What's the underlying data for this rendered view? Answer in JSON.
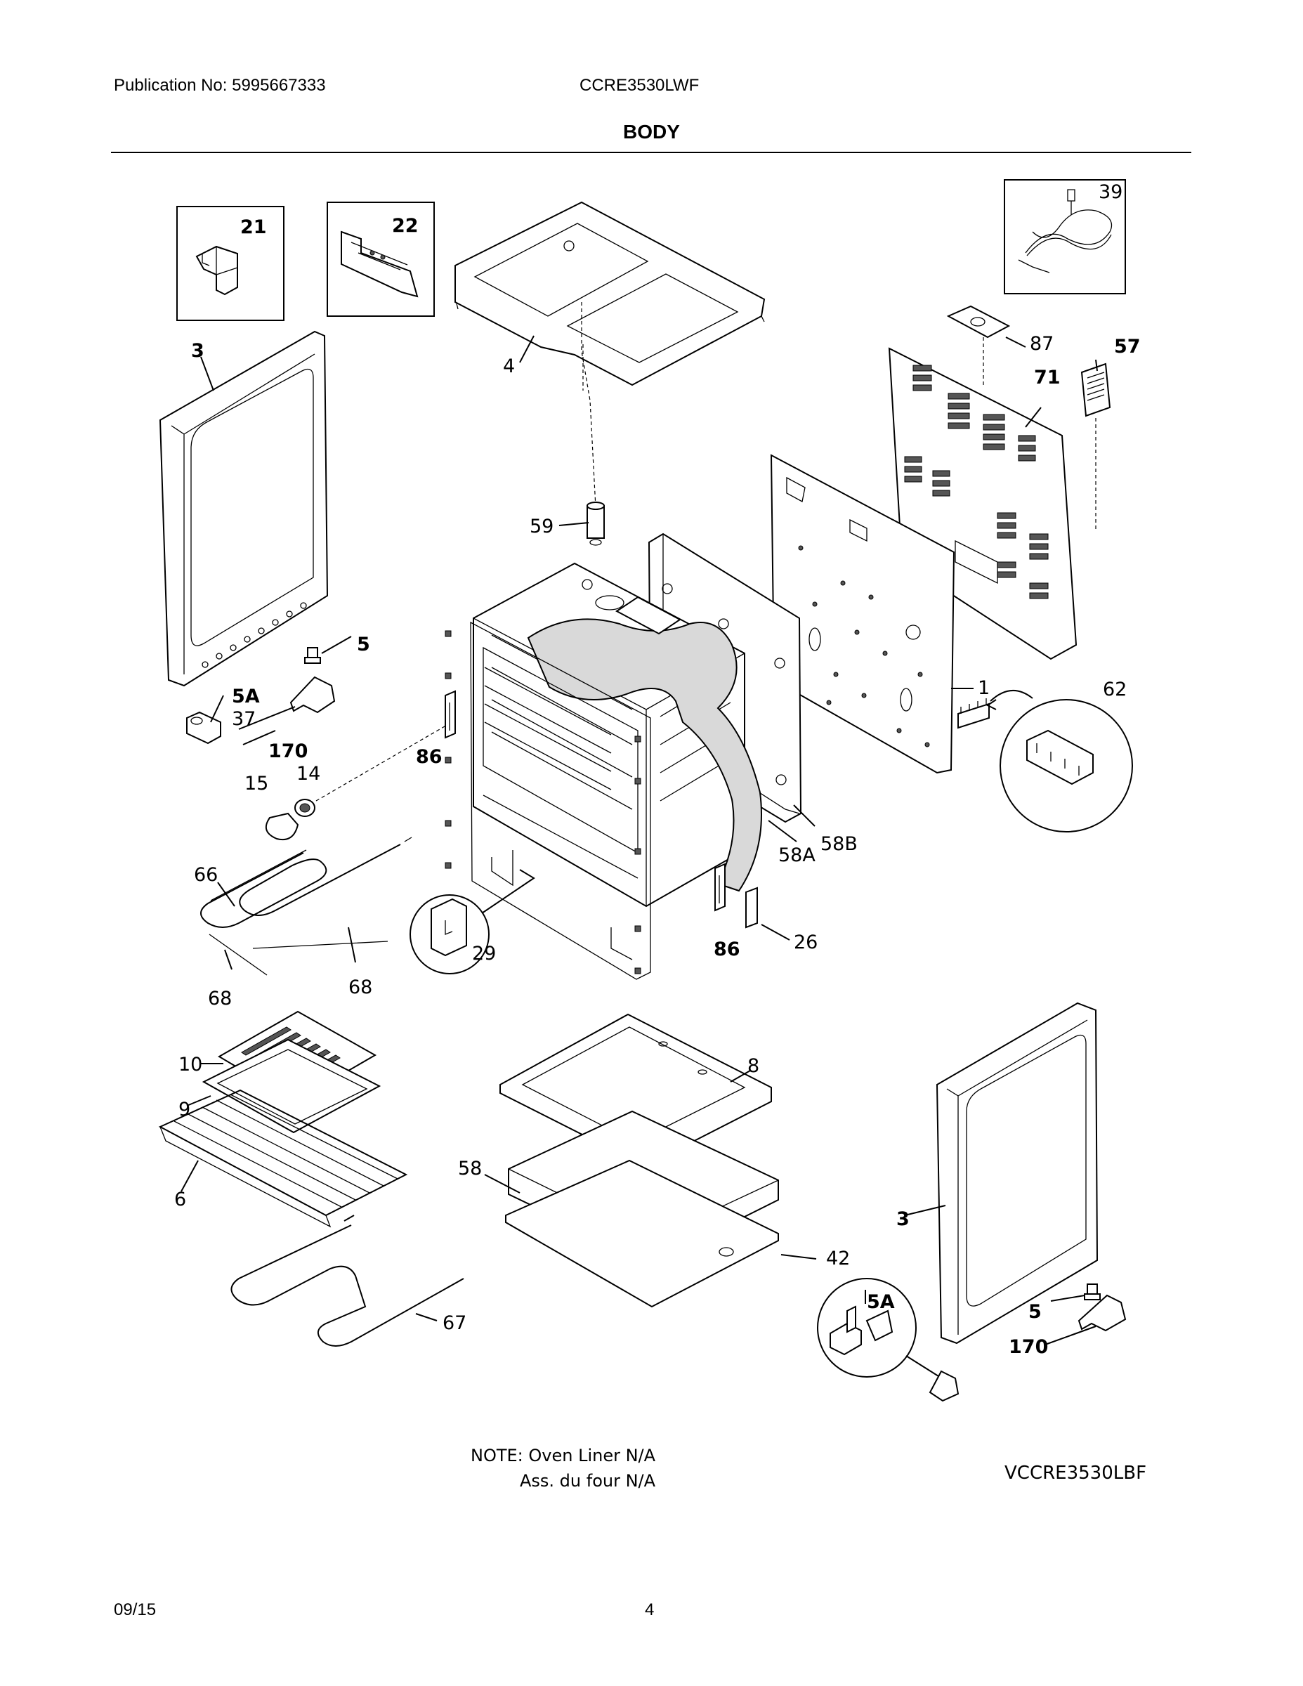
{
  "header": {
    "publication": "Publication No: 5995667333",
    "model": "CCRE3530LWF",
    "section_title": "BODY"
  },
  "callouts": {
    "c21": "21",
    "c22": "22",
    "c39": "39",
    "c3a": "3",
    "c4": "4",
    "c87": "87",
    "c57": "57",
    "c71": "71",
    "c59": "59",
    "c5a": "5",
    "c5A_a": "5A",
    "c37": "37",
    "c170a": "170",
    "c86a": "86",
    "c1": "1",
    "c62": "62",
    "c15": "15",
    "c14": "14",
    "c58A": "58A",
    "c58B": "58B",
    "c66": "66",
    "c29": "29",
    "c86b": "86",
    "c26": "26",
    "c68a": "68",
    "c68b": "68",
    "c10": "10",
    "c8": "8",
    "c9": "9",
    "c6": "6",
    "c58": "58",
    "c3b": "3",
    "c42": "42",
    "c5A_b": "5A",
    "c5b": "5",
    "c170b": "170",
    "c67": "67"
  },
  "note": {
    "line1": "NOTE: Oven Liner N/A",
    "line2": "Ass. du four N/A"
  },
  "variant_model": "VCCRE3530LBF",
  "footer": {
    "date": "09/15",
    "page": "4"
  }
}
